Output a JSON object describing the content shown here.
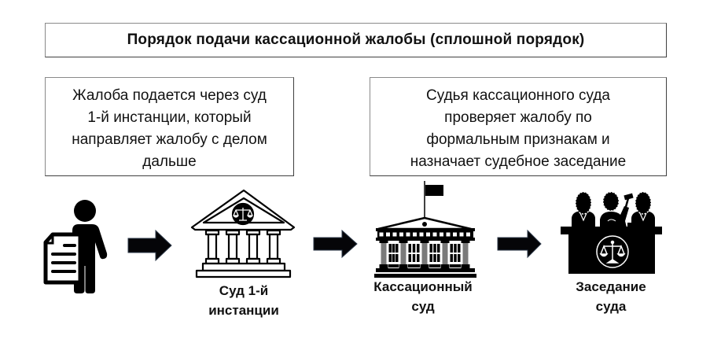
{
  "title": "Порядок подачи кассационной жалобы (сплошной порядок)",
  "notes": {
    "left": {
      "lines": [
        "Жалоба подается через суд",
        "1-й инстанции, который",
        "направляет жалобу с делом",
        "дальше"
      ]
    },
    "right": {
      "lines": [
        "Судья кассационного суда",
        "проверяет жалобу по",
        "формальным признакам и",
        "назначает судебное заседание"
      ]
    }
  },
  "steps": [
    {
      "icon": "person-with-document-icon",
      "label_lines": []
    },
    {
      "icon": "court-building-icon",
      "label_lines": [
        "Суд 1-й",
        "инстанции"
      ]
    },
    {
      "icon": "cassation-court-building-icon",
      "label_lines": [
        "Кассационный",
        "суд"
      ]
    },
    {
      "icon": "court-session-icon",
      "label_lines": [
        "Заседание",
        "суда"
      ]
    }
  ],
  "arrows": [
    "arrow-right-icon",
    "arrow-right-icon",
    "arrow-right-icon"
  ],
  "colors": {
    "text": "#111111",
    "icon": "#000000",
    "column_gray": "#7a7a7a",
    "box_border": "#3f3f3f"
  }
}
